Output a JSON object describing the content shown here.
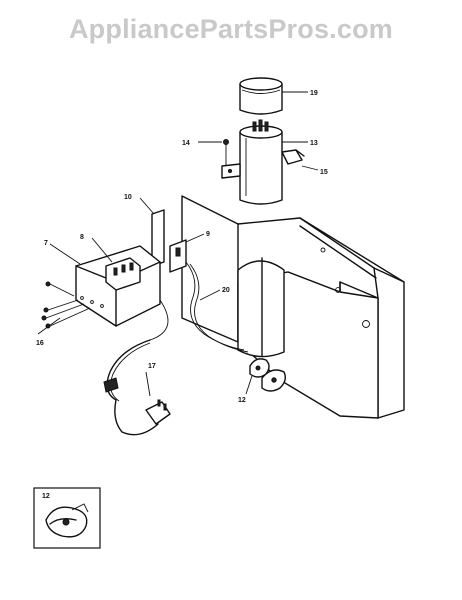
{
  "watermark": "AppliancePartsPros.com",
  "callouts": {
    "c19": "19",
    "c13": "13",
    "c14": "14",
    "c15": "15",
    "c10": "10",
    "c9": "9",
    "c8": "8",
    "c7": "7",
    "c20": "20",
    "c16": "16",
    "c17": "17",
    "c12": "12",
    "inset": "12"
  }
}
